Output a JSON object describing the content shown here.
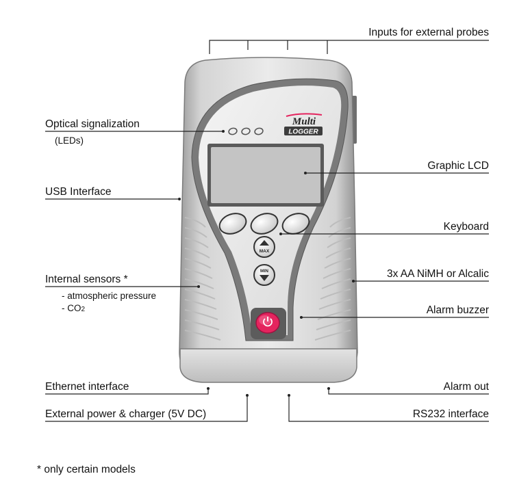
{
  "labels": {
    "inputs_probes": "Inputs for external probes",
    "optical": "Optical signalization",
    "optical_sub": "(LEDs)",
    "graphic_lcd": "Graphic LCD",
    "usb": "USB Interface",
    "keyboard": "Keyboard",
    "battery": "3x AA NiMH or Alcalic",
    "internal_sensors": "Internal sensors *",
    "sensor_1": "- atmospheric pressure",
    "sensor_2_prefix": "- CO",
    "sensor_2_sub": "2",
    "alarm_buzzer": "Alarm buzzer",
    "ethernet": "Ethernet interface",
    "alarm_out": "Alarm out",
    "power": "External power & charger  (5V DC)",
    "rs232": "RS232 interface"
  },
  "device": {
    "logo_top": "Multi",
    "logo_bottom": "LOGGER",
    "key_max": "MAX",
    "key_min": "MIN"
  },
  "footnote": "* only certain models",
  "colors": {
    "body_light": "#e9e9e9",
    "body_mid": "#cfcfcf",
    "body_dark": "#8e8e8e",
    "bezel": "#6a6a6a",
    "lcd": "#c9c9c9",
    "power_button": "#e4245e",
    "logo": "#e4245e",
    "line": "#222222"
  }
}
